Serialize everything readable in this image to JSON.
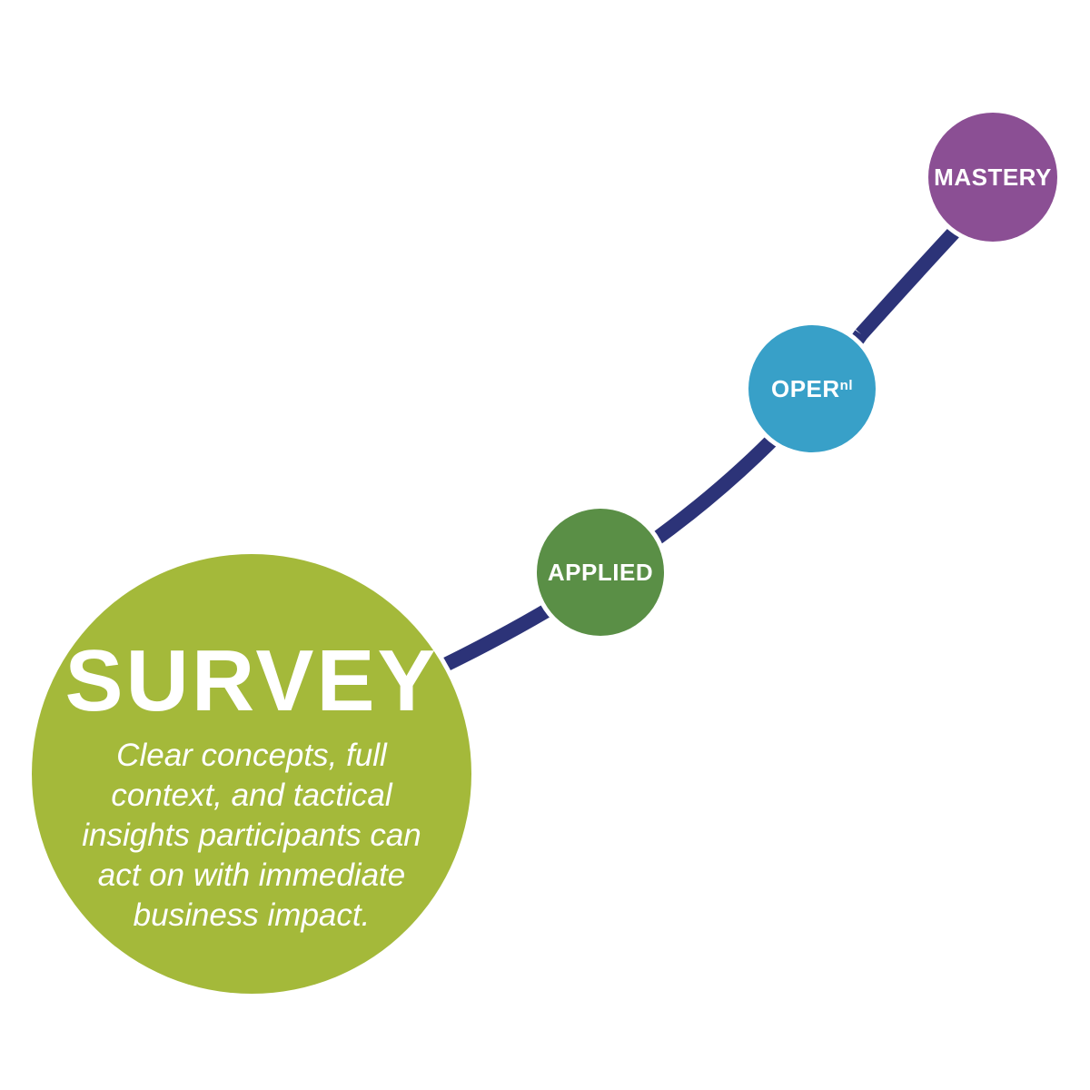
{
  "stages": {
    "survey": {
      "title": "SURVEY",
      "description": "Clear concepts, full context, and tactical insights participants can act on with immediate business impact.",
      "color": "#a4b93a"
    },
    "applied": {
      "label": "APPLIED",
      "color": "#5a8f46"
    },
    "operational": {
      "label": "OPER",
      "superscript": "nl",
      "color": "#38a0c8"
    },
    "mastery": {
      "label": "MASTERY",
      "color": "#8b4f94"
    }
  },
  "connector_color": "#2c3378"
}
